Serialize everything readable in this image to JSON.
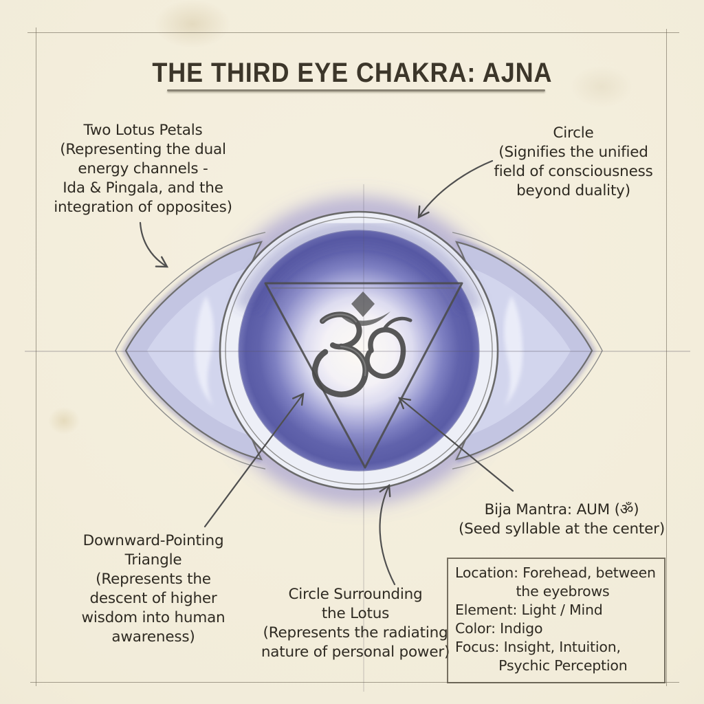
{
  "page": {
    "title": "THE THIRD EYE CHAKRA: AJNA"
  },
  "annotations": {
    "lotus_petals": {
      "text": "Two Lotus Petals\n(Representing the dual\nenergy channels -\nIda & Pingala, and the\nintegration of opposites)"
    },
    "circle": {
      "text": "Circle\n(Signifies the unified\nfield of consciousness\nbeyond duality)"
    },
    "triangle": {
      "text": "Downward-Pointing\nTriangle\n(Represents the\ndescent of higher\nwisdom into human\nawareness)"
    },
    "circle_surrounding": {
      "text": "Circle Surrounding\nthe Lotus\n(Represents the radiating\nnature of personal power)"
    },
    "bija_mantra": {
      "text": "Bija Mantra: AUM (ॐ)\n(Seed syllable at the center)"
    }
  },
  "info_box": {
    "lines": [
      "Location: Forehead, between\n              the eyebrows",
      "Element: Light / Mind",
      "Color: Indigo",
      "Focus: Insight, Intuition,\n          Psychic Perception"
    ]
  },
  "illustration": {
    "center_symbol": "ॐ",
    "colors": {
      "indigo_deep": "#5a5ca8",
      "indigo_mid": "#8183c4",
      "petal_lavender": "#c3c5e2",
      "paper": "#f2edda",
      "ink_text": "#2e2a22",
      "pencil": "#4f4f4f"
    }
  }
}
